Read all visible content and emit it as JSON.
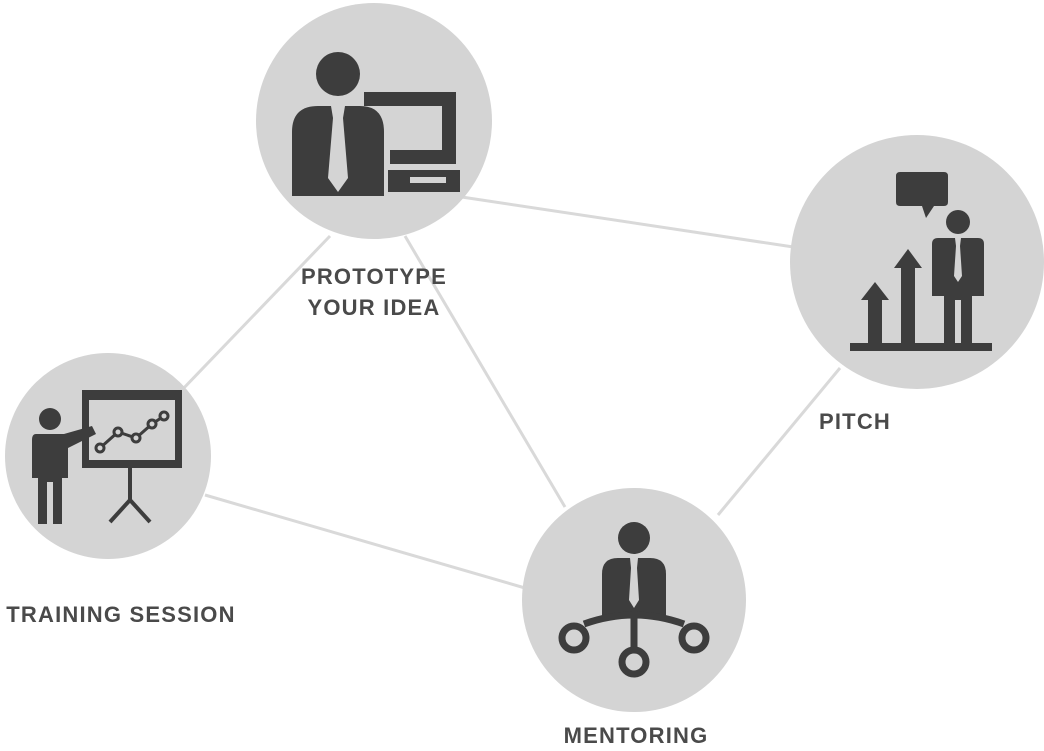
{
  "colors": {
    "circle_fill": "#d4d4d4",
    "icon_fill": "#3d3d3d",
    "connector_stroke": "#d9d9d9",
    "label_text": "#4a4a4a",
    "background": "#ffffff"
  },
  "nodes": {
    "prototype": {
      "label_line1": "PROTOTYPE",
      "label_line2": "YOUR IDEA",
      "icon": "person-at-computer-icon"
    },
    "pitch": {
      "label": "PITCH",
      "icon": "pitch-growth-chart-icon"
    },
    "training": {
      "label": "TRAINING SESSION",
      "icon": "presenter-whiteboard-icon"
    },
    "mentoring": {
      "label": "MENTORING",
      "icon": "mentor-network-icon"
    }
  },
  "connections": [
    [
      "prototype",
      "pitch"
    ],
    [
      "prototype",
      "training"
    ],
    [
      "prototype",
      "mentoring"
    ],
    [
      "pitch",
      "mentoring"
    ],
    [
      "training",
      "mentoring"
    ]
  ]
}
